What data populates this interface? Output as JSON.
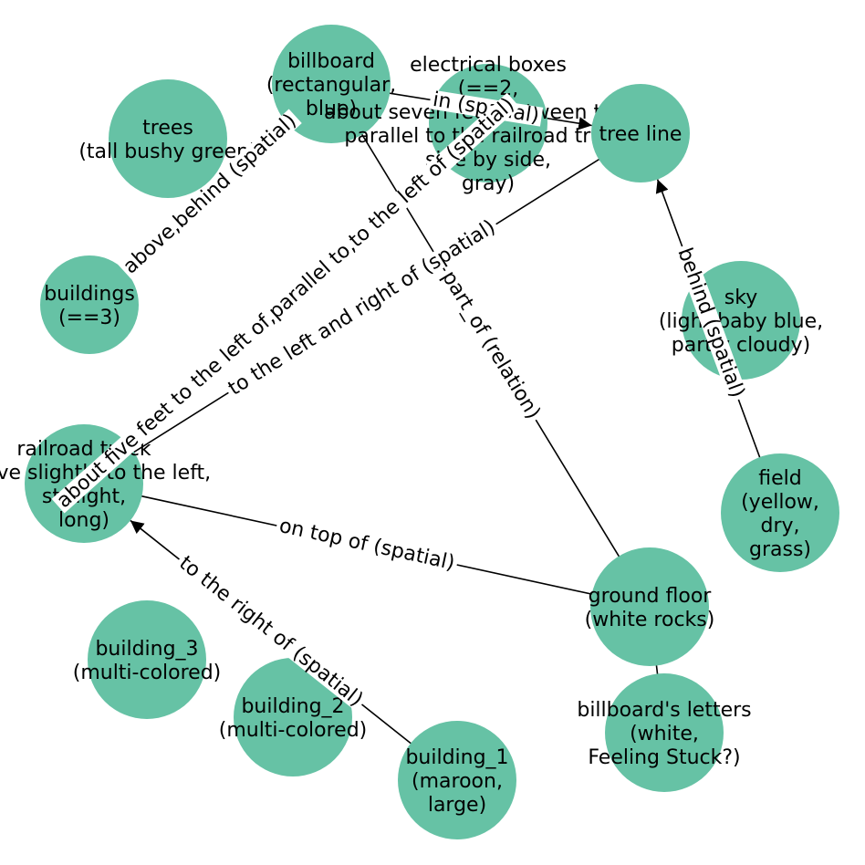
{
  "nodes": [
    {
      "id": "billboard",
      "lines": [
        "billboard",
        "(rectangular,",
        "blue)"
      ]
    },
    {
      "id": "electrical_boxes",
      "lines": [
        "electrical boxes",
        "(==2,",
        "about seven feet between them,",
        "parallel to the railroad track,",
        "side by side,",
        "gray)"
      ]
    },
    {
      "id": "tree_line",
      "lines": [
        "tree line"
      ]
    },
    {
      "id": "trees",
      "lines": [
        "trees",
        "(tall bushy green)"
      ]
    },
    {
      "id": "buildings",
      "lines": [
        "buildings",
        "(==3)"
      ]
    },
    {
      "id": "sky",
      "lines": [
        "sky",
        "(light baby blue,",
        "partly cloudy)"
      ]
    },
    {
      "id": "railroad_track",
      "lines": [
        "railroad track",
        "(curve slightly to the left,",
        "straight,",
        "long)"
      ]
    },
    {
      "id": "field",
      "lines": [
        "field",
        "(yellow,",
        "dry,",
        "grass)"
      ]
    },
    {
      "id": "ground_floor",
      "lines": [
        "ground floor",
        "(white rocks)"
      ]
    },
    {
      "id": "building_3",
      "lines": [
        "building_3",
        "(multi-colored)"
      ]
    },
    {
      "id": "building_2",
      "lines": [
        "building_2",
        "(multi-colored)"
      ]
    },
    {
      "id": "building_1",
      "lines": [
        "building_1",
        "(maroon,",
        "large)"
      ]
    },
    {
      "id": "billboards_letters",
      "lines": [
        "billboard's letters",
        "(white,",
        "Feeling Stuck?)"
      ]
    }
  ],
  "edges": [
    {
      "from": "buildings",
      "to": "billboard",
      "label": "above,behind (spatial)",
      "arrow": false
    },
    {
      "from": "billboard",
      "to": "tree_line",
      "label": "in (spatial)",
      "arrow": true
    },
    {
      "from": "railroad_track",
      "to": "electrical_boxes",
      "label": "about five feet to the left of,parallel to,to the left of (spatial)",
      "arrow": false
    },
    {
      "from": "railroad_track",
      "to": "tree_line",
      "label": "to the left and right of (spatial)",
      "arrow": false
    },
    {
      "from": "field",
      "to": "tree_line",
      "label": "behind (spatial)",
      "arrow": true
    },
    {
      "from": "billboard",
      "to": "ground_floor",
      "label": "part_of (relation)",
      "arrow": false
    },
    {
      "from": "ground_floor",
      "to": "railroad_track",
      "label": "on top of (spatial)",
      "arrow": false
    },
    {
      "from": "building_1",
      "to": "railroad_track",
      "label": "to the right of (spatial)",
      "arrow": true
    },
    {
      "from": "ground_floor",
      "to": "billboards_letters",
      "label": "",
      "arrow": false
    }
  ]
}
